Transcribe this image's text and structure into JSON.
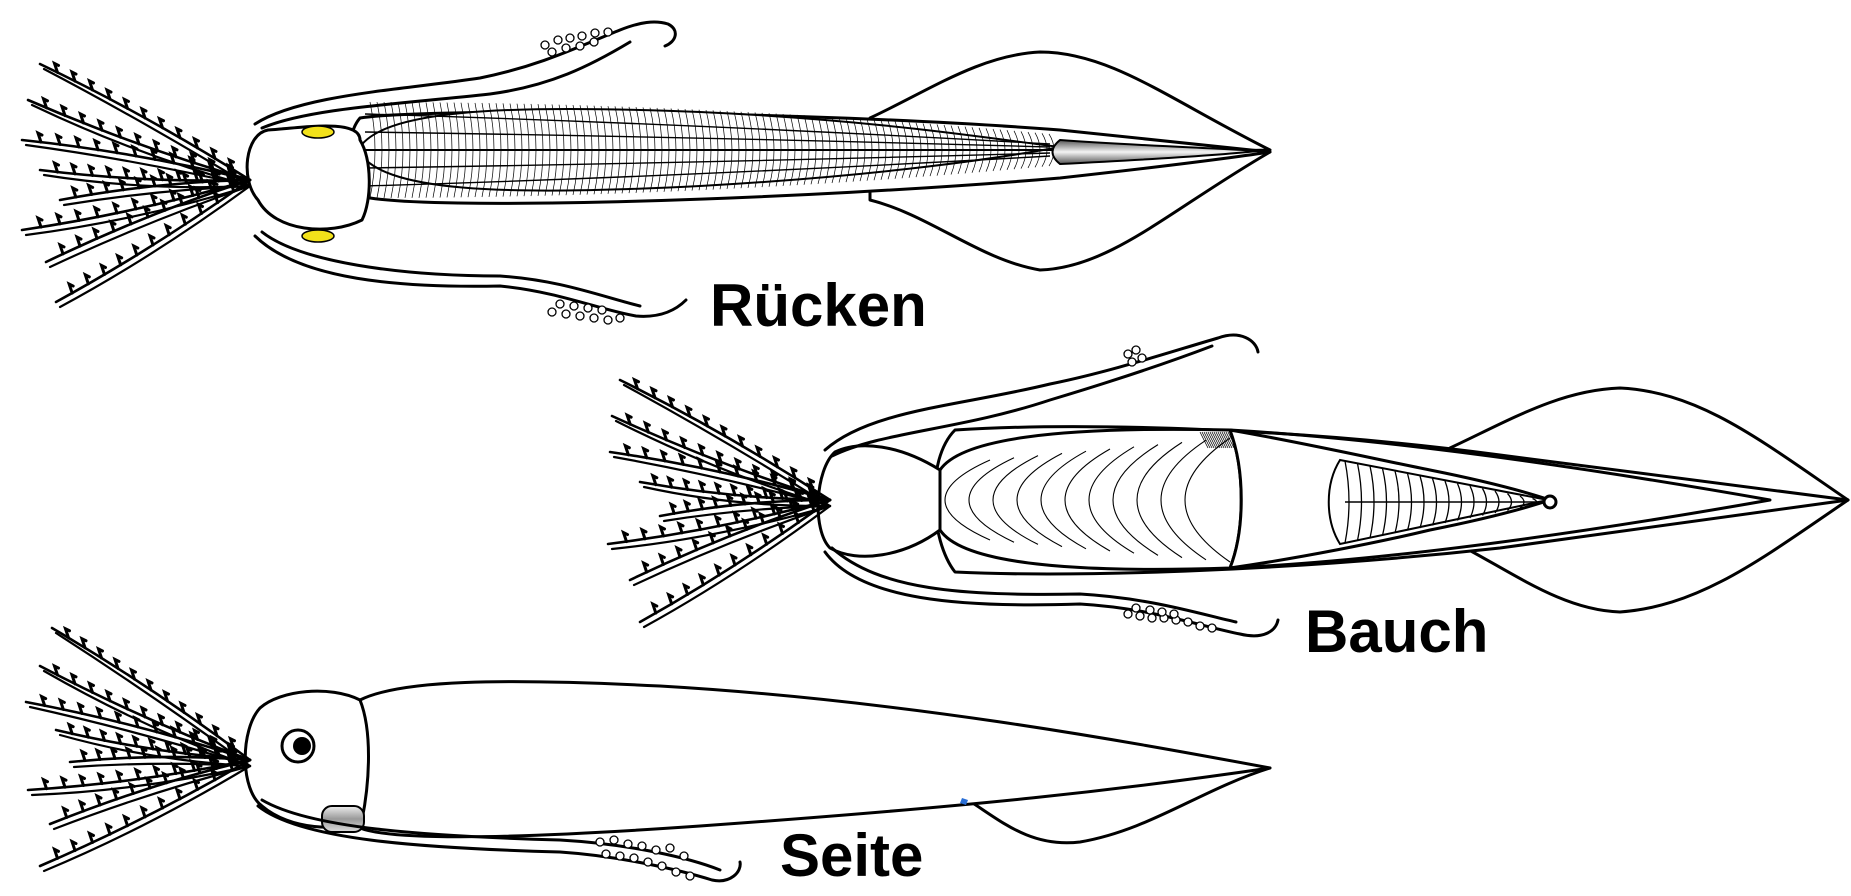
{
  "labels": {
    "dorsal": "Rücken",
    "ventral": "Bauch",
    "lateral": "Seite"
  },
  "colors": {
    "eye_yellow": "#f2e11a",
    "outline": "#000000",
    "background": "#ffffff",
    "accent_blue": "#2a6fd6"
  }
}
